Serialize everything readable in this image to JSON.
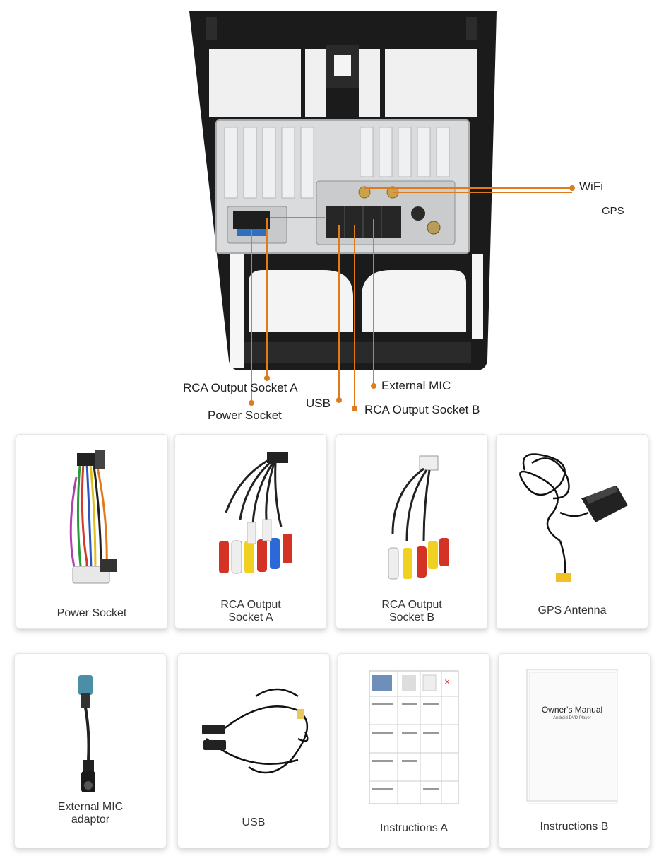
{
  "callouts": {
    "wifi": "WiFi",
    "gps": "GPS",
    "rca_a": "RCA Output Socket A",
    "external_mic": "External MIC",
    "usb": "USB",
    "rca_b": "RCA Output Socket B",
    "power_socket": "Power Socket"
  },
  "accessories": [
    {
      "label": "Power Socket",
      "icon": "wire-harness-icon"
    },
    {
      "label": "RCA Output\nSocket A",
      "icon": "rca-cable-icon"
    },
    {
      "label": "RCA Output\nSocket B",
      "icon": "rca-cable-icon"
    },
    {
      "label": "GPS Antenna",
      "icon": "gps-antenna-icon"
    },
    {
      "label": "External MIC\nadaptor",
      "icon": "mic-adaptor-icon"
    },
    {
      "label": "USB",
      "icon": "usb-cable-icon"
    },
    {
      "label": "Instructions A",
      "icon": "instruction-sheet-icon"
    },
    {
      "label": "Instructions B",
      "icon": "manual-booklet-icon"
    }
  ],
  "manual": {
    "title": "Owner's Manual",
    "subtitle": "Android DVD Player"
  },
  "colors": {
    "accent": "#e07b1c",
    "frame": "#1b1b1b",
    "chassis": "#d9dbdd"
  }
}
